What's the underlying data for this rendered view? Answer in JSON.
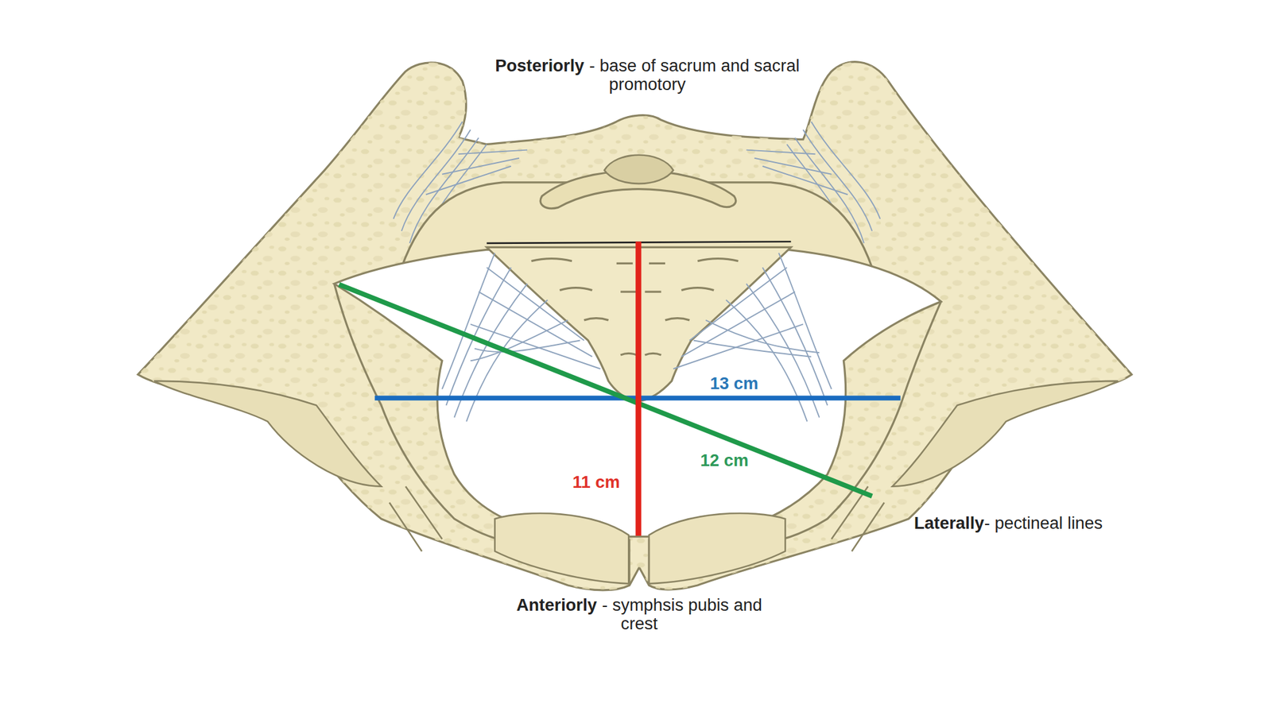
{
  "diagram": {
    "labels": [
      "Posteriorly",
      "- base of sacrum and sacral promotory",
      "Laterally",
      "- pectineal lines",
      "Anteriorly",
      "- symphsis pubis and crest",
      "13 cm",
      "12 cm",
      "11 cm"
    ]
  }
}
